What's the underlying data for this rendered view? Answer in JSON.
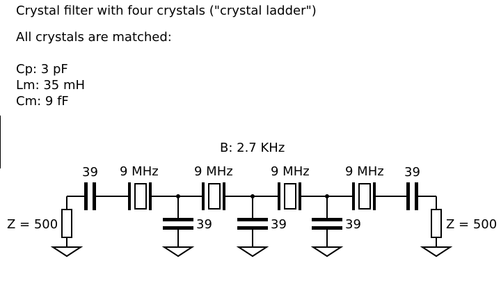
{
  "title": "Crystal filter with four crystals (\"crystal ladder\")",
  "subtitle": "All crystals are matched:",
  "params": [
    "Cp: 3 pF",
    "Lm: 35 mH",
    "Cm: 9 fF"
  ],
  "bandwidth": "B: 2.7 KHz",
  "series_caps": [
    "39",
    "39"
  ],
  "crystals": [
    "9 MHz",
    "9 MHz",
    "9 MHz",
    "9 MHz"
  ],
  "shunt_caps": [
    "39",
    "39",
    "39"
  ],
  "terminations": [
    "Z = 500",
    "Z = 500"
  ]
}
